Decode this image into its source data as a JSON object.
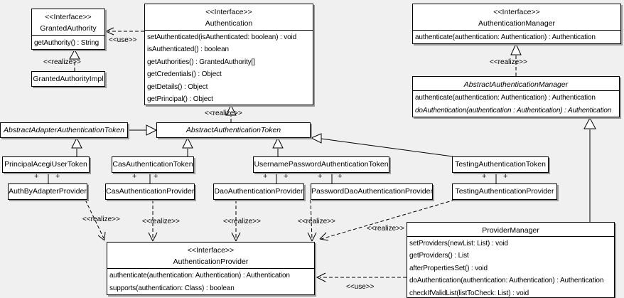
{
  "labels": {
    "interface_stereotype": "<<Interface>>",
    "use": "<<use>>",
    "realize": "<<realize>>",
    "plus": "+"
  },
  "colors": {
    "background": "#f0f0f0",
    "box_fill": "#ffffff",
    "line": "#000000",
    "shadow": "#9b9b9b"
  },
  "classes": {
    "granted_authority": {
      "stereotype": "<<Interface>>",
      "name": "GrantedAuthority",
      "methods": [
        "getAuthority() : String"
      ]
    },
    "granted_authority_impl": {
      "name": "GrantedAuthorityImpl"
    },
    "authentication": {
      "stereotype": "<<Interface>>",
      "name": "Authentication",
      "methods": [
        "setAuthenticated(isAuthenticated: boolean) : void",
        "isAuthenticated() : boolean",
        "getAuthorities() : GrantedAuthority[]",
        "getCredentials() : Object",
        "getDetails() : Object",
        "getPrincipal() : Object"
      ]
    },
    "authentication_manager": {
      "stereotype": "<<Interface>>",
      "name": "AuthenticationManager",
      "methods": [
        "authenticate(authentication: Authentication) : Authentication"
      ]
    },
    "abstract_authentication_manager": {
      "name": "AbstractAuthenticationManager",
      "methods": [
        "authenticate(authentication: Authentication) : Authentication",
        "doAuthentication(authentication : Authentication) : Authentication"
      ]
    },
    "abstract_adapter_authentication_token": {
      "name": "AbstractAdapterAuthenticationToken"
    },
    "abstract_authentication_token": {
      "name": "AbstractAuthenticationToken"
    },
    "principal_acegi_user_token": {
      "name": "PrincipalAcegiUserToken"
    },
    "cas_authentication_token": {
      "name": "CasAuthenticationToken"
    },
    "username_password_authentication_token": {
      "name": "UsernamePasswordAuthenticationToken"
    },
    "testing_authentication_token": {
      "name": "TestingAuthenticationToken"
    },
    "auth_by_adapter_provider": {
      "name": "AuthByAdapterProvider"
    },
    "cas_authentication_provider": {
      "name": "CasAuthenticationProvider"
    },
    "dao_authentication_provider": {
      "name": "DaoAuthenticationProvider"
    },
    "password_dao_authentication_provider": {
      "name": "PasswordDaoAuthenticationProvider"
    },
    "testing_authentication_provider": {
      "name": "TestingAuthenticationProvider"
    },
    "authentication_provider": {
      "stereotype": "<<Interface>>",
      "name": "AuthenticationProvider",
      "methods": [
        "authenticate(authentication: Authentication) : Authentication",
        "supports(authentication: Class) : boolean"
      ]
    },
    "provider_manager": {
      "name": "ProviderManager",
      "methods": [
        "setProviders(newList: List) : void",
        "getProviders() : List",
        "afterPropertiesSet() : void",
        "doAuthentication(authentication: Authentication) : Authentication",
        "checkIfValidList(listToCheck: List) : void"
      ]
    }
  }
}
